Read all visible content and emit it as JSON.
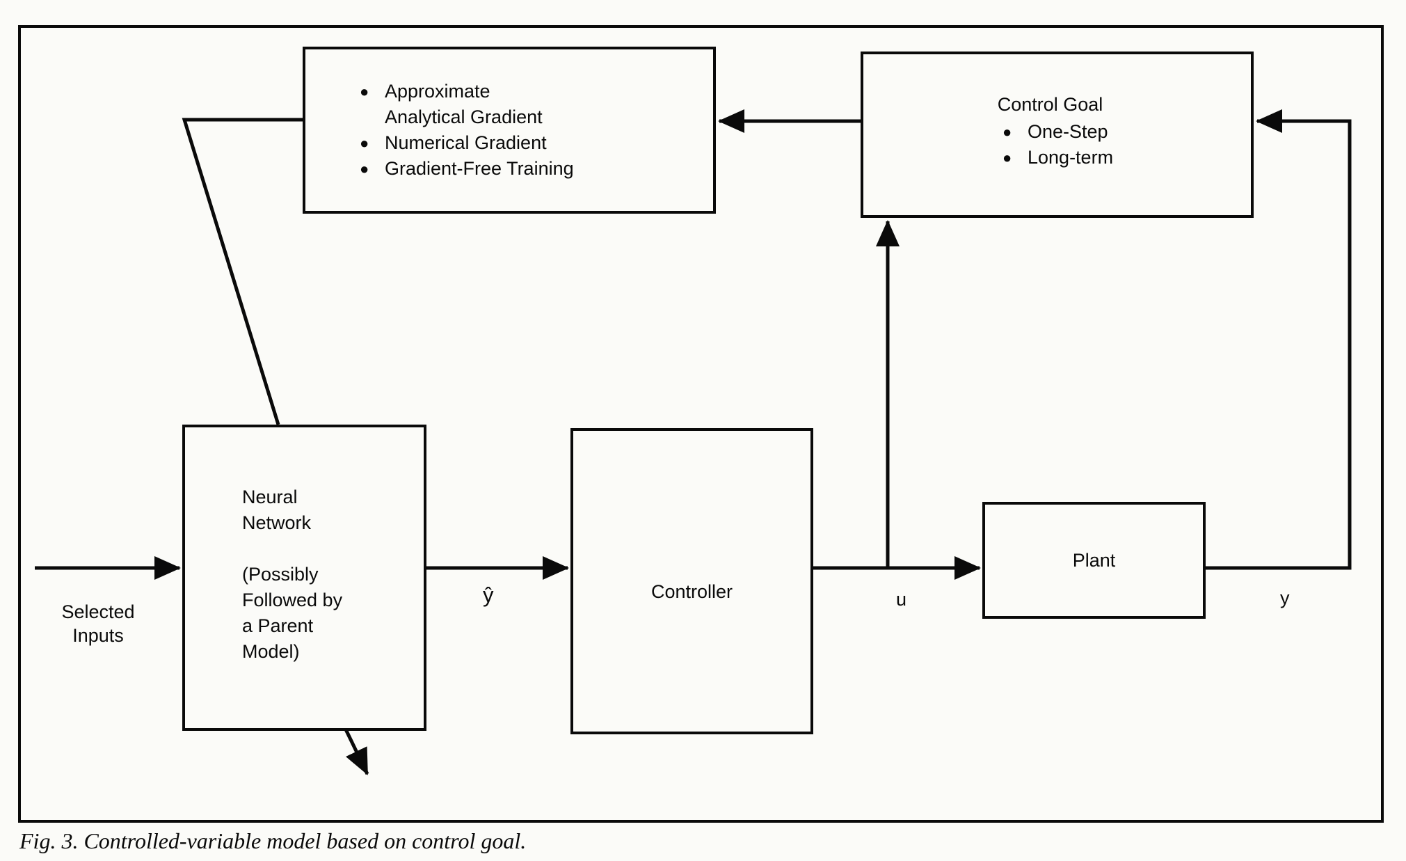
{
  "caption": "Fig. 3. Controlled-variable model based on control goal.",
  "colors": {
    "ink": "#0a0a0a",
    "paper": "#fbfbf8"
  },
  "bullet_glyph": "●",
  "training_box": {
    "bullets": [
      {
        "lines": [
          "Approximate",
          "Analytical Gradient"
        ]
      },
      {
        "lines": [
          "Numerical Gradient"
        ]
      },
      {
        "lines": [
          "Gradient-Free Training"
        ]
      }
    ]
  },
  "control_goal_box": {
    "title": "Control Goal",
    "bullets": [
      "One-Step",
      "Long-term"
    ]
  },
  "neural_network_box": {
    "lines_top": [
      "Neural",
      "Network"
    ],
    "lines_bottom": [
      "(Possibly",
      "Followed by",
      "a Parent",
      "Model)"
    ]
  },
  "controller_box": {
    "label": "Controller"
  },
  "plant_box": {
    "label": "Plant"
  },
  "signal_labels": {
    "input_line1": "Selected",
    "input_line2": "Inputs",
    "nn_output": "ŷ",
    "control": "u",
    "plant_output": "y"
  }
}
